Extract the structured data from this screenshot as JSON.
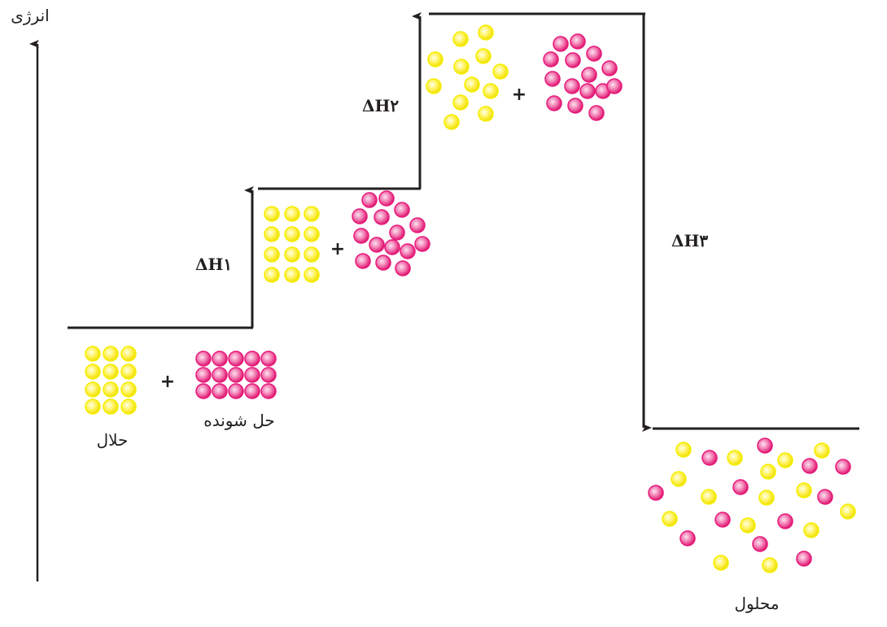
{
  "axis": {
    "label": "انرژی"
  },
  "steps": {
    "dh1": "ΔH۱",
    "dh2": "ΔH۲",
    "dh3": "ΔH۳"
  },
  "labels": {
    "solvent": "حلال",
    "solute": "حل شونده",
    "solution": "محلول",
    "plus": "+"
  },
  "colors": {
    "solvent_particle": "#f5ee00",
    "solute_particle": "#e6197a",
    "line": "#231f20"
  }
}
